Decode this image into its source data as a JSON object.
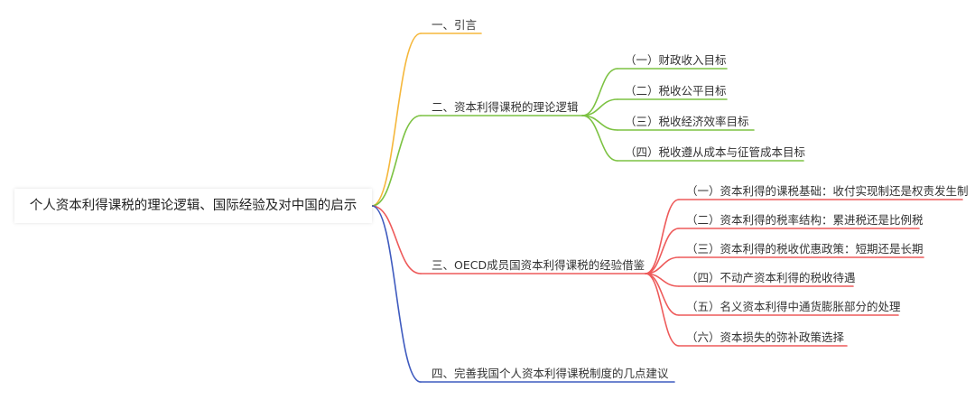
{
  "root": {
    "label": "个人资本利得课税的理论逻辑、国际经验及对中国的启示"
  },
  "branches": [
    {
      "id": "b1",
      "label": "一、引言",
      "color": "#f5b73b",
      "children": []
    },
    {
      "id": "b2",
      "label": "二、资本利得课税的理论逻辑",
      "color": "#7cc242",
      "children": [
        {
          "label": "（一）财政收入目标"
        },
        {
          "label": "（二）税收公平目标"
        },
        {
          "label": "（三）税收经济效率目标"
        },
        {
          "label": "（四）税收遵从成本与征管成本目标"
        }
      ]
    },
    {
      "id": "b3",
      "label": "三、OECD成员国资本利得课税的经验借鉴",
      "color": "#ee5a5a",
      "children": [
        {
          "label": "（一）资本利得的课税基础：收付实现制还是权责发生制"
        },
        {
          "label": "（二）资本利得的税率结构：累进税还是比例税"
        },
        {
          "label": "（三）资本利得的税收优惠政策：短期还是长期"
        },
        {
          "label": "（四）不动产资本利得的税收待遇"
        },
        {
          "label": "（五）名义资本利得中通货膨胀部分的处理"
        },
        {
          "label": "（六）资本损失的弥补政策选择"
        }
      ]
    },
    {
      "id": "b4",
      "label": "四、完善我国个人资本利得课税制度的几点建议",
      "color": "#3f5bbf",
      "children": []
    }
  ]
}
